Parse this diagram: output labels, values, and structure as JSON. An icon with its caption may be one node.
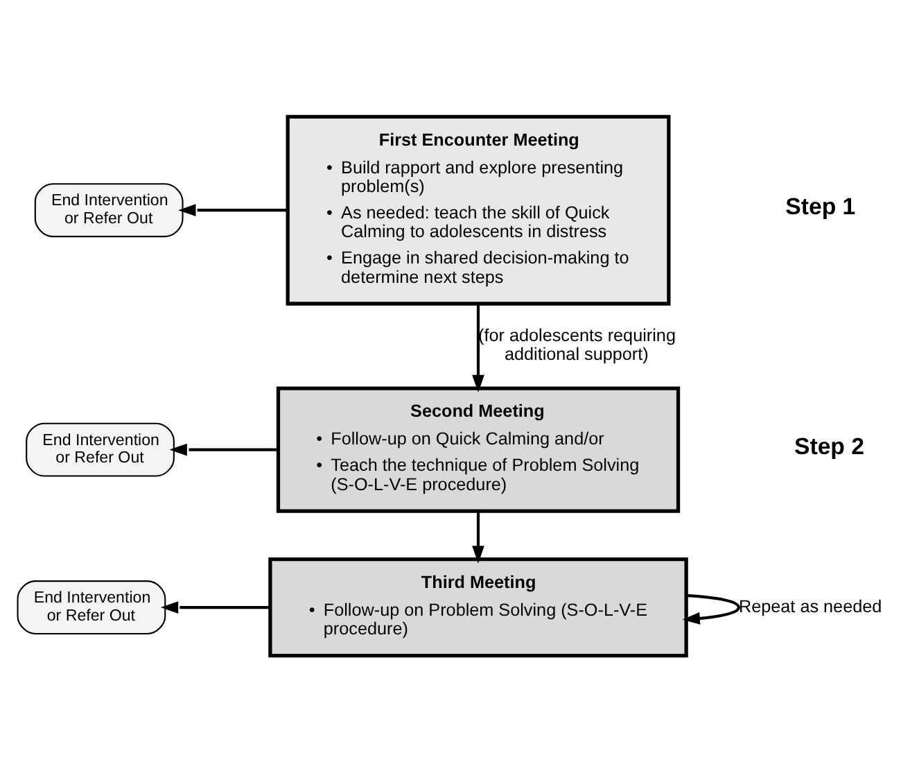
{
  "diagram": {
    "nodes": [
      {
        "text": [
          "First Encounter Meeting",
          "• Build rapport and explore presenting problem(s)",
          "• As needed: teach the skill of Quick Calming to adolescents in distress",
          "• Engage in shared decision-making to determine next steps"
        ]
      },
      {
        "text": [
          "End Intervention or Refer Out"
        ]
      },
      {
        "text": [
          "Second Meeting",
          "• Follow-up on Quick Calming and/or",
          "• Teach the technique of Problem Solving (S-O-L-V-E procedure)"
        ]
      },
      {
        "text": [
          "End Intervention or Refer Out"
        ]
      },
      {
        "text": [
          "Third Meeting",
          "• Follow-up on Problem Solving (S-O-L-V-E procedure)"
        ]
      },
      {
        "text": [
          "End Intervention or Refer Out"
        ]
      }
    ],
    "edges": [
      {
        "from": 0,
        "to": 1,
        "arrow": "to"
      },
      {
        "from": 0,
        "to": 2,
        "arrow": "to",
        "label": "(for adolescents requiring additional support)"
      },
      {
        "from": 2,
        "to": 3,
        "arrow": "to"
      },
      {
        "from": 2,
        "to": 4,
        "arrow": "to"
      },
      {
        "from": 4,
        "to": 5,
        "arrow": "to"
      },
      {
        "from": 4,
        "to": 4,
        "arrow": "to",
        "label": "Repeat as needed"
      }
    ],
    "labels": [
      "Step 1",
      "Step 2"
    ]
  }
}
